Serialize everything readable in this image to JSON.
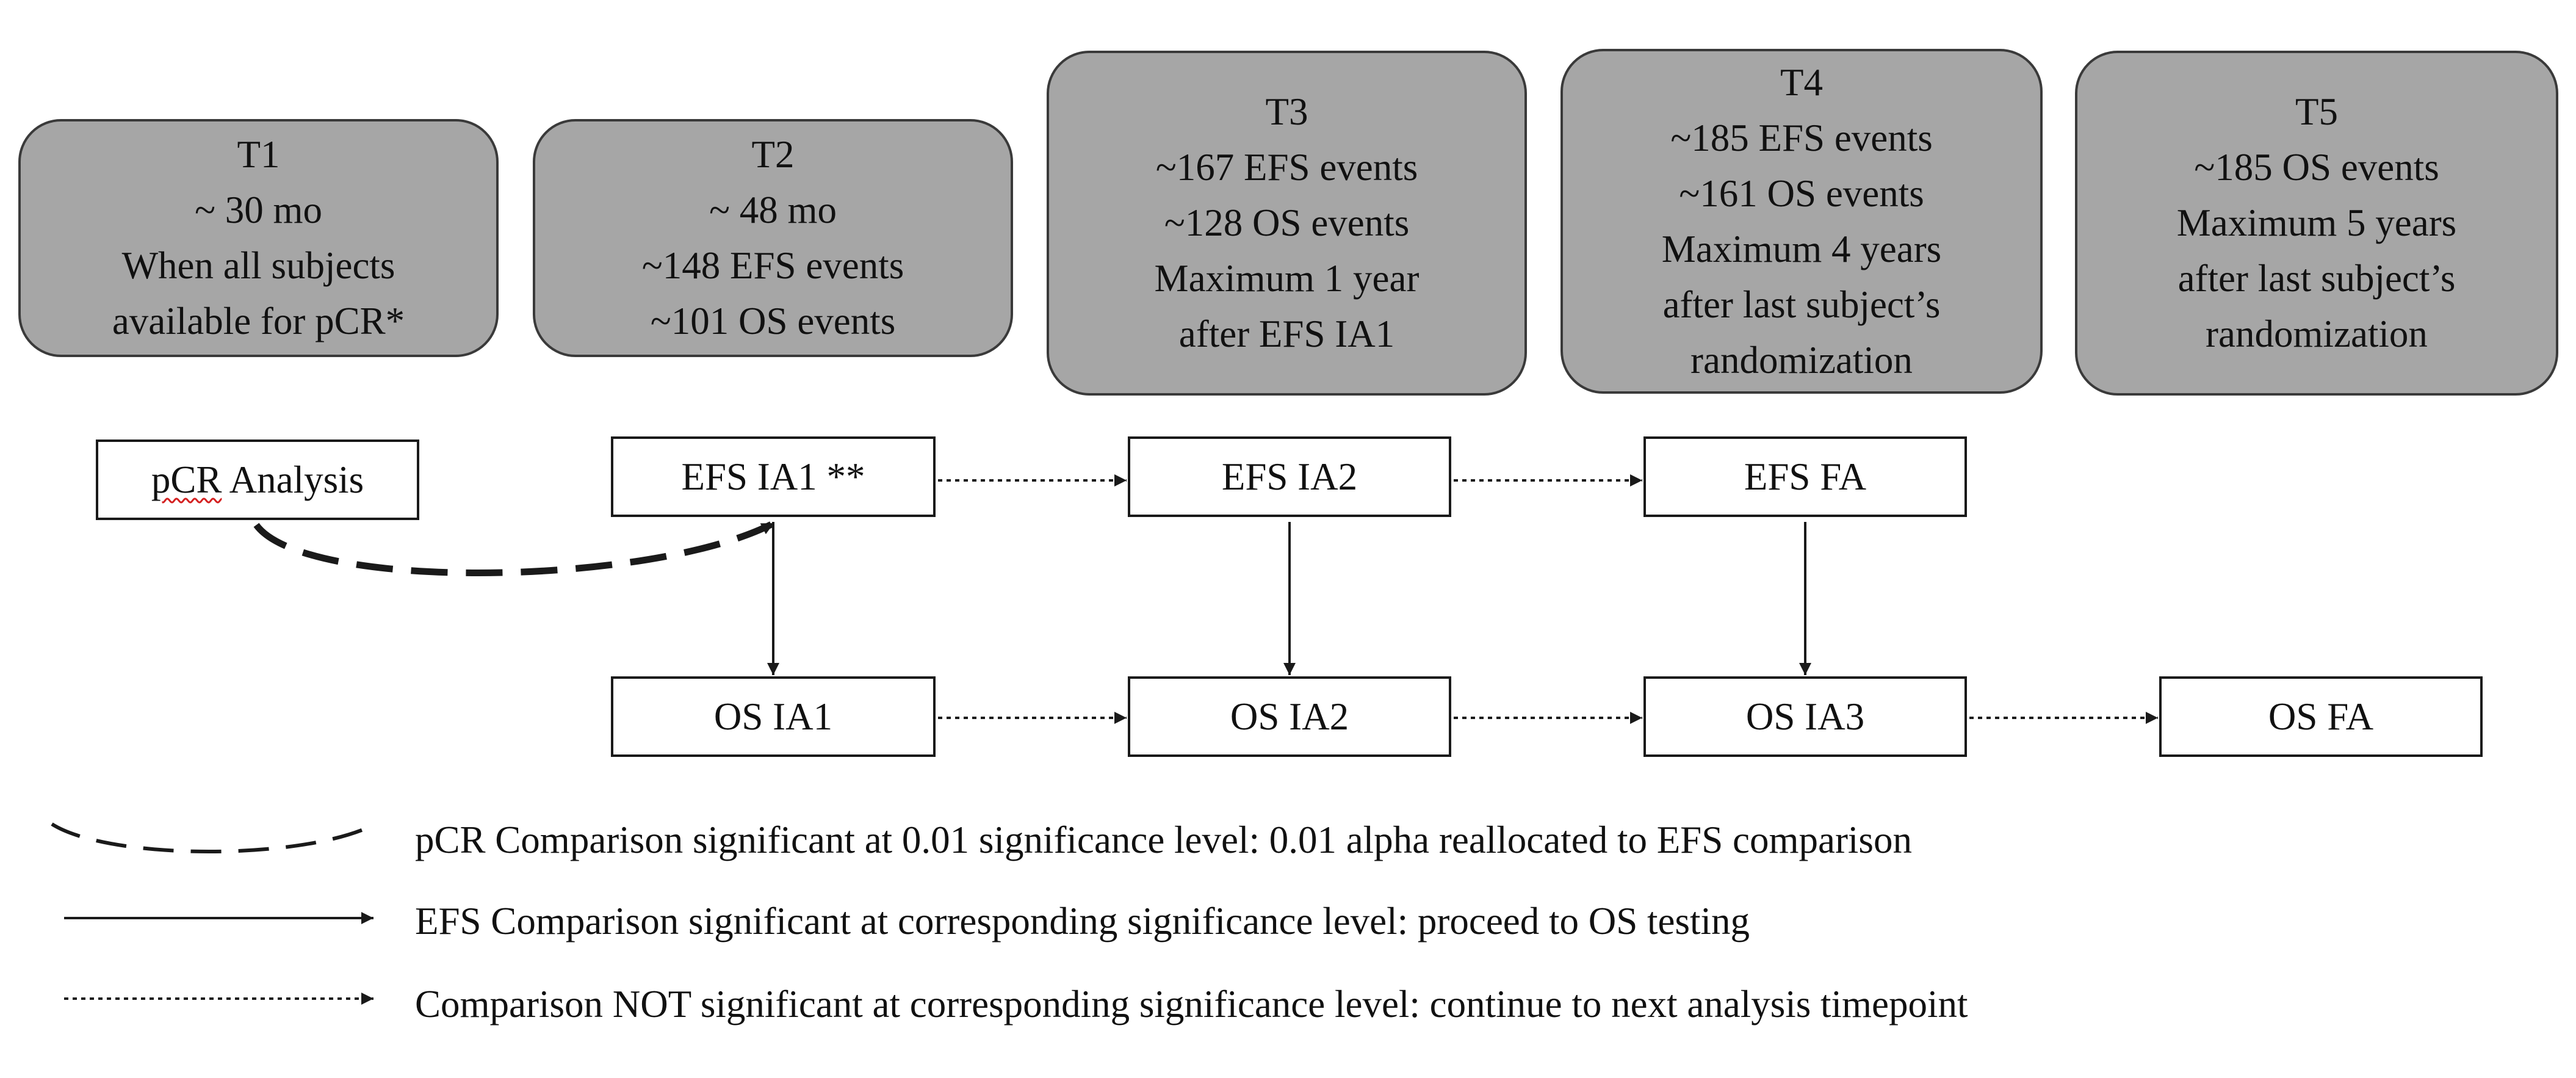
{
  "timepoints": [
    {
      "id": "t1",
      "lines": [
        "T1",
        "~ 30 mo",
        "When all subjects",
        "available for pCR*"
      ]
    },
    {
      "id": "t2",
      "lines": [
        "T2",
        "~ 48 mo",
        "~148 EFS events",
        "~101 OS events"
      ]
    },
    {
      "id": "t3",
      "lines": [
        "T3",
        "~167 EFS events",
        "~128 OS events",
        "Maximum 1 year",
        "after EFS IA1"
      ]
    },
    {
      "id": "t4",
      "lines": [
        "T4",
        "~185 EFS events",
        "~161 OS events",
        "Maximum 4 years",
        "after last subject’s",
        "randomization"
      ]
    },
    {
      "id": "t5",
      "lines": [
        "T5",
        "~185 OS events",
        "Maximum 5 years",
        "after last subject’s",
        "randomization"
      ]
    }
  ],
  "analyses": {
    "pcr": {
      "prefix": "pCR",
      "suffix": " Analysis"
    },
    "efs_ia1": "EFS IA1 **",
    "efs_ia2": "EFS IA2",
    "efs_fa": "EFS FA",
    "os_ia1": "OS IA1",
    "os_ia2": "OS IA2",
    "os_ia3": "OS IA3",
    "os_fa": "OS FA"
  },
  "legend": {
    "dashed": "pCR Comparison significant at 0.01 significance level: 0.01 alpha reallocated to EFS comparison",
    "solid": "EFS Comparison significant at corresponding significance level: proceed to OS testing",
    "dotted": "Comparison NOT significant at corresponding significance level: continue to next analysis timepoint"
  },
  "colors": {
    "timepoint_fill": "#a6a6a6",
    "timepoint_border": "#3a3a3a",
    "line": "#1a1a1a"
  }
}
